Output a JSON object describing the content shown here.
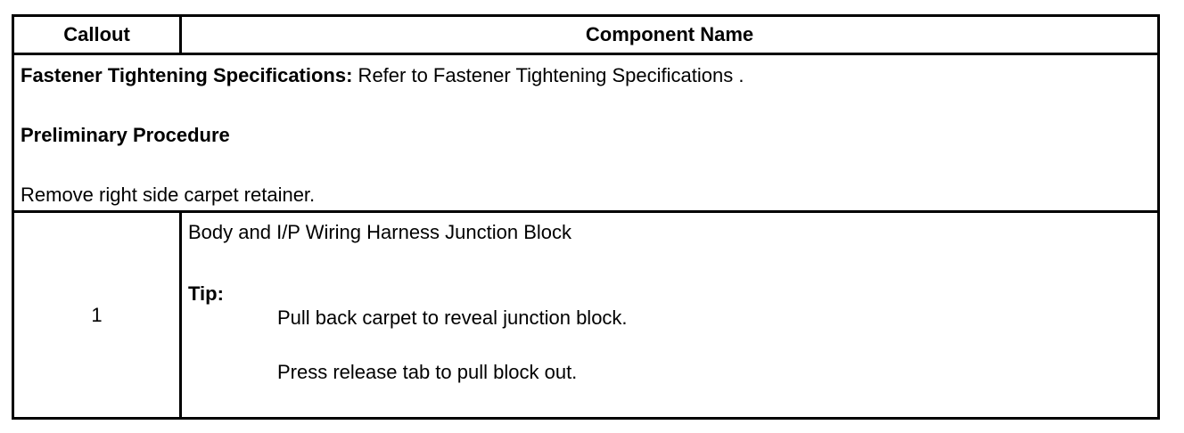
{
  "table": {
    "header": {
      "callout": "Callout",
      "component_name": "Component Name"
    },
    "preliminary": {
      "fastener_label": "Fastener Tightening Specifications:",
      "fastener_text": " Refer to Fastener Tightening Specifications .",
      "procedure_heading": "Preliminary Procedure",
      "procedure_step": "Remove right side carpet retainer."
    },
    "rows": [
      {
        "callout": "1",
        "component": "Body and I/P Wiring Harness Junction Block",
        "tip_label": "Tip:",
        "tips": [
          "Pull back carpet to reveal junction block.",
          "Press release tab to pull block out."
        ]
      }
    ]
  }
}
